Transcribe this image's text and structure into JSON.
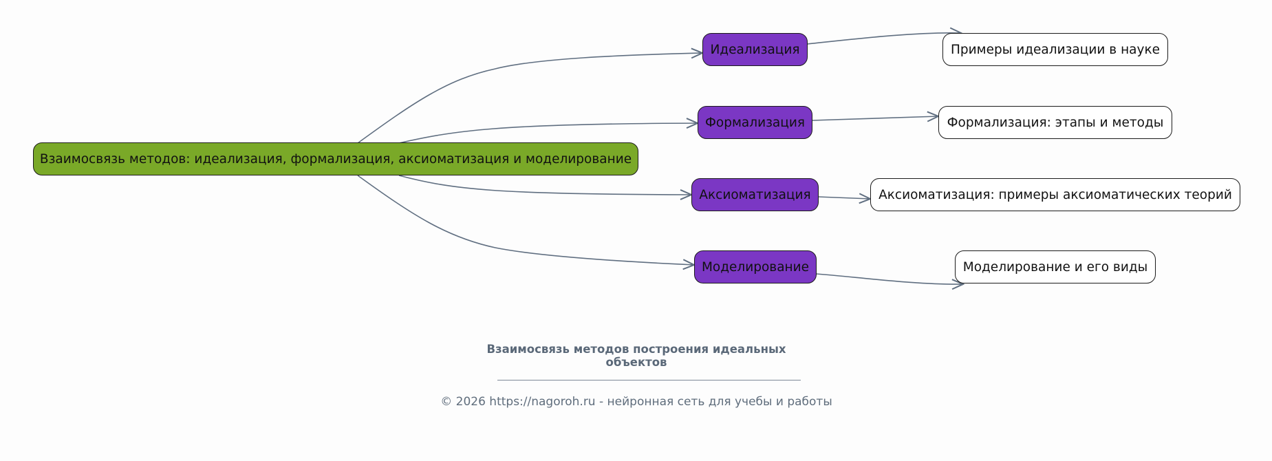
{
  "diagram": {
    "root": {
      "label": "Взаимосвязь методов: идеализация, формализация, аксиоматизация и моделирование",
      "color": "#7aa928"
    },
    "methods": [
      {
        "label": "Идеализация",
        "leaf": "Примеры идеализации в науке"
      },
      {
        "label": "Формализация",
        "leaf": "Формализация: этапы и методы"
      },
      {
        "label": "Аксиоматизация",
        "leaf": "Аксиоматизация: примеры аксиоматических теорий"
      },
      {
        "label": "Моделирование",
        "leaf": "Моделирование и его виды"
      }
    ],
    "method_color": "#7b37c4",
    "leaf_color": "#ffffff",
    "edge_color": "#5f6e80"
  },
  "footer": {
    "title_line1": "Взаимосвязь методов построения идеальных",
    "title_line2": "объектов",
    "copyright": "© 2026 https://nagoroh.ru - нейронная сеть для учебы и работы"
  }
}
